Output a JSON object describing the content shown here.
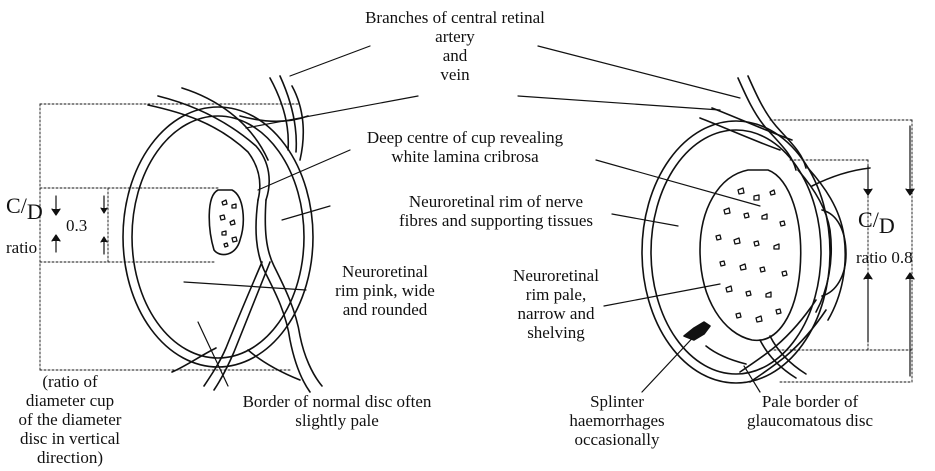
{
  "labels": {
    "branches_line1": "Branches of central retinal",
    "branches_line2": "artery",
    "branches_line3": "and",
    "branches_line4": "vein",
    "deep_centre_line1": "Deep centre of cup revealing",
    "deep_centre_line2": "white lamina cribrosa",
    "rim_fibres_line1": "Neuroretinal rim of nerve",
    "rim_fibres_line2": "fibres and supporting tissues",
    "rim_normal_line1": "Neuroretinal",
    "rim_normal_line2": "rim pink, wide",
    "rim_normal_line3": "and rounded",
    "rim_glaucoma_line1": "Neuroretinal",
    "rim_glaucoma_line2": "rim pale,",
    "rim_glaucoma_line3": "narrow and",
    "rim_glaucoma_line4": "shelving",
    "cd_left_c": "C",
    "cd_left_d": "D",
    "cd_left_ratio_word": "ratio",
    "cd_left_value": "0.3",
    "cd_right_c": "C",
    "cd_right_d": "D",
    "cd_right_ratio": "ratio 0.8",
    "ratio_note_line1": "(ratio of",
    "ratio_note_line2": "diameter cup",
    "ratio_note_line3": "of the diameter",
    "ratio_note_line4": "disc in vertical",
    "ratio_note_line5": "direction)",
    "normal_border_line1": "Border of normal disc often",
    "normal_border_line2": "slightly pale",
    "splinter_line1": "Splinter",
    "splinter_line2": "haemorrhages",
    "splinter_line3": "occasionally",
    "pale_border_line1": "Pale border of",
    "pale_border_line2": "glaucomatous disc"
  }
}
